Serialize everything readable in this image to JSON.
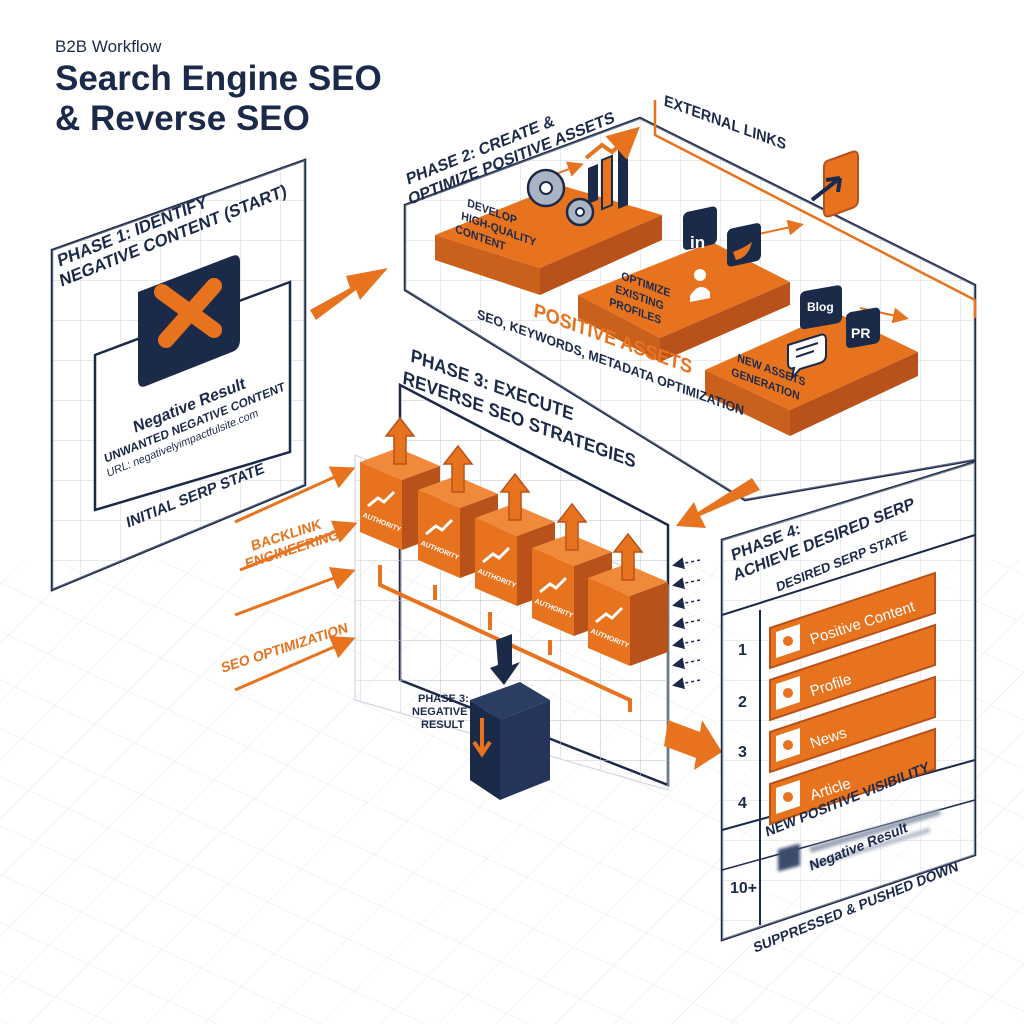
{
  "header": {
    "kicker": "B2B Workflow",
    "title_line1": "Search Engine SEO",
    "title_line2": "& Reverse SEO"
  },
  "phase1": {
    "title_line1": "PHASE 1: IDENTIFY",
    "title_line2": "NEGATIVE CONTENT (START)",
    "card_title": "Negative Result",
    "card_subtitle": "UNWANTED NEGATIVE CONTENT",
    "card_url": "URL: negativelyimpactfulsite.com",
    "footer": "INITIAL SERP STATE"
  },
  "phase2": {
    "title_line1": "PHASE 2: CREATE &",
    "title_line2": "OPTIMIZE POSITIVE ASSETS",
    "external_links": "EXTERNAL LINKS",
    "block1": [
      "DEVELOP",
      "HIGH-QUALITY",
      "CONTENT"
    ],
    "block2": [
      "OPTIMIZE",
      "EXISTING",
      "PROFILES"
    ],
    "block3": [
      "NEW ASSETS",
      "GENERATION"
    ],
    "badge_in": "in",
    "badge_blog": "Blog",
    "badge_pr": "PR",
    "positive_assets": "POSITIVE ASSETS",
    "seo_line": "SEO, KEYWORDS, METADATA OPTIMIZATION"
  },
  "phase3": {
    "title_line1": "PHASE 3: EXECUTE",
    "title_line2": "REVERSE SEO STRATEGIES",
    "backlink_line1": "BACKLINK",
    "backlink_line2": "ENGINEERING",
    "seo_optimization": "SEO OPTIMIZATION",
    "authority_label": "AUTHORITY",
    "negative_label": [
      "PHASE 3:",
      "NEGATIVE",
      "RESULT"
    ]
  },
  "phase4": {
    "title_line1": "PHASE 4:",
    "title_line2": "ACHIEVE DESIRED SERP",
    "subtitle": "DESIRED SERP STATE",
    "results": [
      {
        "rank": "1",
        "label": "Positive Content",
        "icon": "star-icon"
      },
      {
        "rank": "2",
        "label": "Profile",
        "icon": "person-icon"
      },
      {
        "rank": "3",
        "label": "News",
        "icon": "news-icon"
      },
      {
        "rank": "4",
        "label": "Article",
        "icon": "article-icon"
      }
    ],
    "new_visibility": "NEW POSITIVE VISIBILITY",
    "negative_rank": "10+",
    "negative_title": "Negative Result",
    "suppressed": "SUPPRESSED & PUSHED DOWN"
  },
  "colors": {
    "navy": "#1c2a4a",
    "orange": "#e8731f",
    "dark_orange": "#b9521a",
    "grid": "#c9ced8"
  }
}
